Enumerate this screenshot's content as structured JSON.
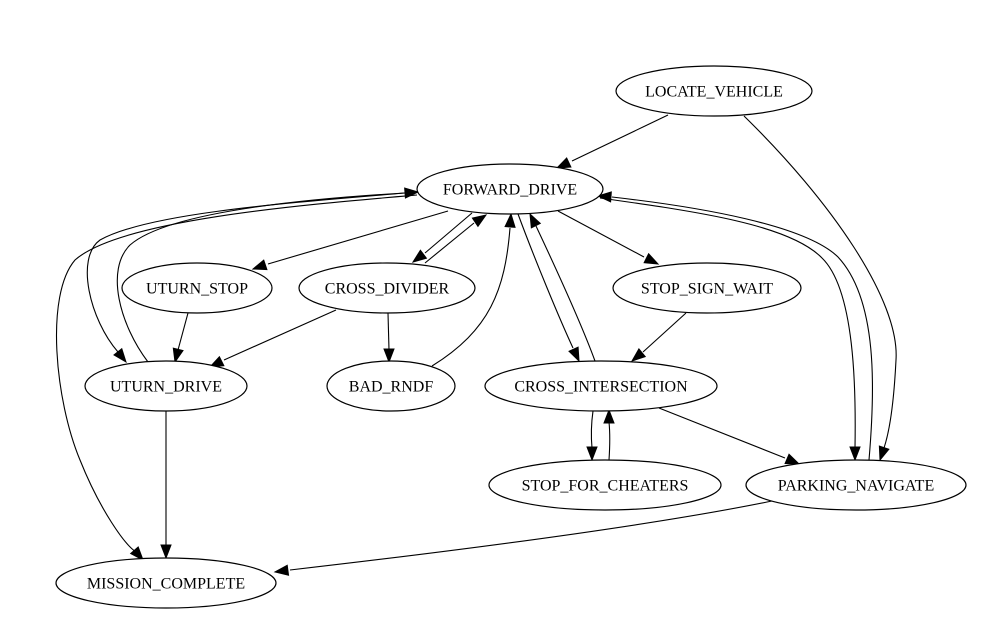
{
  "diagram": {
    "type": "state-machine",
    "nodes": [
      {
        "id": "LOCATE_VEHICLE",
        "label": "LOCATE_VEHICLE"
      },
      {
        "id": "FORWARD_DRIVE",
        "label": "FORWARD_DRIVE"
      },
      {
        "id": "UTURN_STOP",
        "label": "UTURN_STOP"
      },
      {
        "id": "CROSS_DIVIDER",
        "label": "CROSS_DIVIDER"
      },
      {
        "id": "STOP_SIGN_WAIT",
        "label": "STOP_SIGN_WAIT"
      },
      {
        "id": "UTURN_DRIVE",
        "label": "UTURN_DRIVE"
      },
      {
        "id": "BAD_RNDF",
        "label": "BAD_RNDF"
      },
      {
        "id": "CROSS_INTERSECTION",
        "label": "CROSS_INTERSECTION"
      },
      {
        "id": "STOP_FOR_CHEATERS",
        "label": "STOP_FOR_CHEATERS"
      },
      {
        "id": "PARKING_NAVIGATE",
        "label": "PARKING_NAVIGATE"
      },
      {
        "id": "MISSION_COMPLETE",
        "label": "MISSION_COMPLETE"
      }
    ],
    "edges": [
      {
        "from": "LOCATE_VEHICLE",
        "to": "FORWARD_DRIVE"
      },
      {
        "from": "LOCATE_VEHICLE",
        "to": "PARKING_NAVIGATE"
      },
      {
        "from": "FORWARD_DRIVE",
        "to": "UTURN_STOP"
      },
      {
        "from": "FORWARD_DRIVE",
        "to": "CROSS_DIVIDER"
      },
      {
        "from": "CROSS_DIVIDER",
        "to": "FORWARD_DRIVE"
      },
      {
        "from": "FORWARD_DRIVE",
        "to": "STOP_SIGN_WAIT"
      },
      {
        "from": "FORWARD_DRIVE",
        "to": "CROSS_INTERSECTION"
      },
      {
        "from": "CROSS_INTERSECTION",
        "to": "FORWARD_DRIVE"
      },
      {
        "from": "FORWARD_DRIVE",
        "to": "UTURN_DRIVE"
      },
      {
        "from": "UTURN_DRIVE",
        "to": "FORWARD_DRIVE"
      },
      {
        "from": "FORWARD_DRIVE",
        "to": "MISSION_COMPLETE"
      },
      {
        "from": "FORWARD_DRIVE",
        "to": "PARKING_NAVIGATE"
      },
      {
        "from": "PARKING_NAVIGATE",
        "to": "FORWARD_DRIVE"
      },
      {
        "from": "BAD_RNDF",
        "to": "FORWARD_DRIVE"
      },
      {
        "from": "UTURN_STOP",
        "to": "UTURN_DRIVE"
      },
      {
        "from": "CROSS_DIVIDER",
        "to": "UTURN_DRIVE"
      },
      {
        "from": "CROSS_DIVIDER",
        "to": "BAD_RNDF"
      },
      {
        "from": "STOP_SIGN_WAIT",
        "to": "CROSS_INTERSECTION"
      },
      {
        "from": "CROSS_INTERSECTION",
        "to": "STOP_FOR_CHEATERS"
      },
      {
        "from": "STOP_FOR_CHEATERS",
        "to": "CROSS_INTERSECTION"
      },
      {
        "from": "CROSS_INTERSECTION",
        "to": "PARKING_NAVIGATE"
      },
      {
        "from": "UTURN_DRIVE",
        "to": "MISSION_COMPLETE"
      },
      {
        "from": "PARKING_NAVIGATE",
        "to": "MISSION_COMPLETE"
      }
    ]
  }
}
